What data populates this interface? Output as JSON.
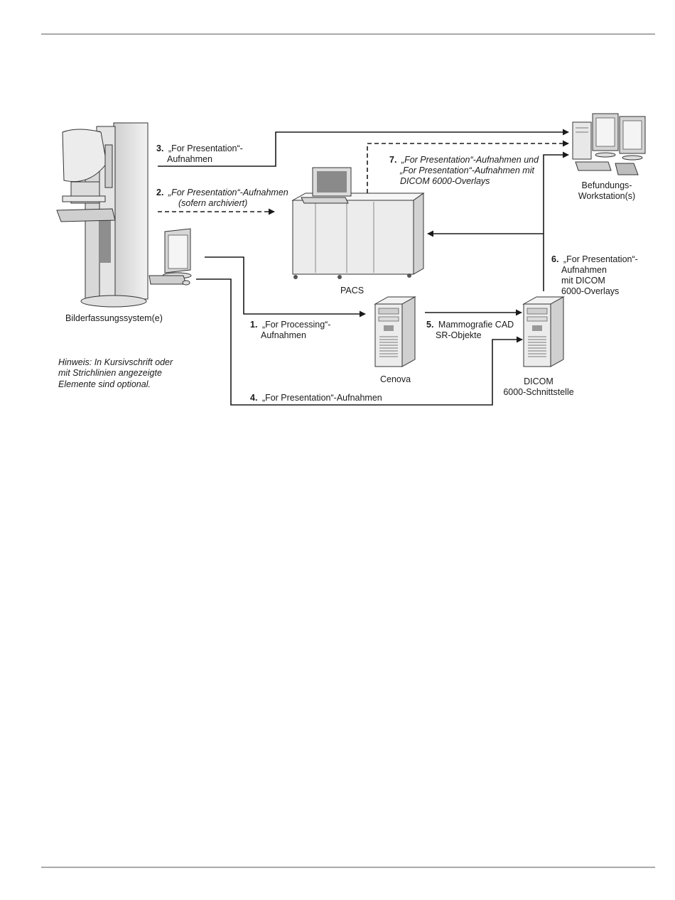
{
  "labels": {
    "step1_num": "1.",
    "step1_line1": "„For Processing“-",
    "step1_line2": "Aufnahmen",
    "step2_num": "2.",
    "step2_line1": "„For Presentation“-Aufnahmen",
    "step2_line2": "(sofern archiviert)",
    "step3_num": "3.",
    "step3_line1": "„For Presentation“-",
    "step3_line2": "Aufnahmen",
    "step4_num": "4.",
    "step4_line1": "„For Presentation“-Aufnahmen",
    "step5_num": "5.",
    "step5_line1": "Mammografie CAD",
    "step5_line2": "SR-Objekte",
    "step6_num": "6.",
    "step6_line1": "„For Presentation“-",
    "step6_line2": "Aufnahmen",
    "step6_line3": "mit DICOM",
    "step6_line4": "6000-Overlays",
    "step7_num": "7.",
    "step7_line1": "„For Presentation“-Aufnahmen und",
    "step7_line2": "„For Presentation“-Aufnahmen mit",
    "step7_line3": "DICOM 6000-Overlays"
  },
  "nodes": {
    "acquisition": "Bilderfassungssystem(e)",
    "pacs": "PACS",
    "cenova": "Cenova",
    "dicom_line1": "DICOM",
    "dicom_line2": "6000-Schnittstelle",
    "workstation_line1": "Befundungs-",
    "workstation_line2": "Workstation(s)"
  },
  "note": {
    "line1": "Hinweis: In Kursivschrift oder",
    "line2": "mit Strichlinien angezeigte",
    "line3": "Elemente sind optional."
  }
}
